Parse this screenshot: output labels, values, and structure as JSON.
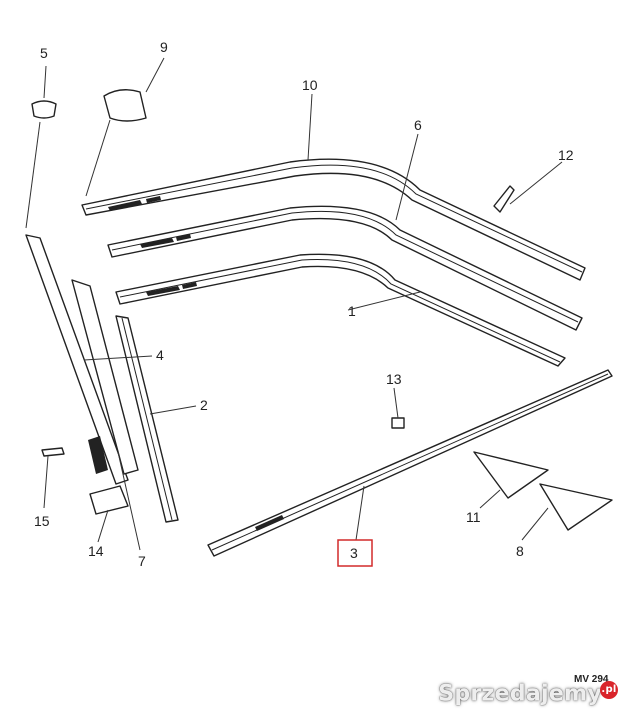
{
  "callouts": {
    "c1": "1",
    "c2": "2",
    "c3": "3",
    "c4": "4",
    "c5": "5",
    "c6": "6",
    "c7": "7",
    "c8": "8",
    "c9": "9",
    "c10": "10",
    "c11": "11",
    "c12": "12",
    "c13": "13",
    "c14": "14",
    "c15": "15"
  },
  "highlight": {
    "callout": "3",
    "color": "#d22a2a"
  },
  "drawing_code": "MV 294",
  "watermark": {
    "text": "Sprzedajemy",
    "badge": ".pl"
  }
}
